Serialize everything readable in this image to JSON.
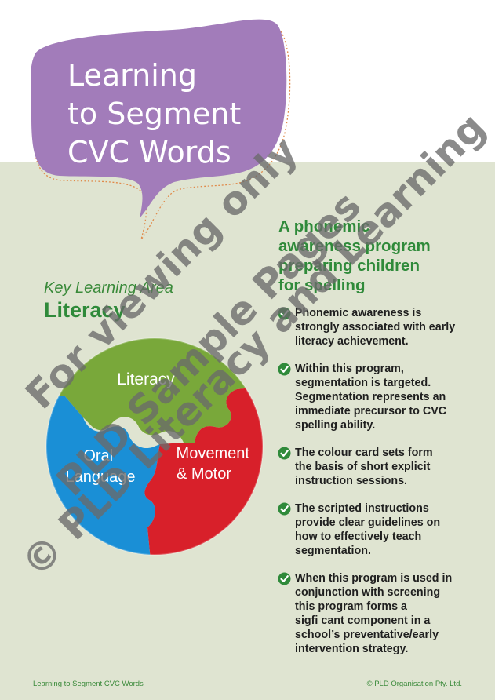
{
  "title": {
    "lines": [
      "Learning",
      "to Segment",
      "CVC Words"
    ]
  },
  "key_learning_area": {
    "label": "Key Learning Area",
    "value": "Literacy"
  },
  "puzzle": {
    "top": "Literacy",
    "left_lines": [
      "Oral",
      "Language"
    ],
    "right_lines": [
      "Movement",
      "& Motor"
    ],
    "colors": {
      "green": "#79a83a",
      "blue": "#1a8fd6",
      "red": "#d8202a"
    }
  },
  "heading": {
    "lines": [
      "A phonemic",
      "awareness program",
      "preparing children",
      "for spelling"
    ]
  },
  "points": [
    {
      "lines": [
        "Phonemic awareness is",
        "strongly associated with early",
        "literacy achievement."
      ]
    },
    {
      "lines": [
        "Within this program,",
        "segmentation is targeted.",
        "Segmentation represents an",
        "immediate precursor to CVC",
        "spelling ability."
      ]
    },
    {
      "lines": [
        "The colour card sets form",
        "the basis of short explicit",
        "instruction sessions."
      ]
    },
    {
      "lines": [
        "The scripted instructions",
        "provide clear guidelines on",
        "how to effectively teach",
        "segmentation."
      ]
    },
    {
      "lines": [
        "When this program is used in",
        "conjunction with screening",
        "this program forms a",
        "sigﬁ  cant component in a",
        "school’s preventative/early",
        "intervention strategy."
      ]
    }
  ],
  "watermark": {
    "lines": [
      "For viewing only",
      "PLD Sample Pages",
      "© PLD Literacy and Learning"
    ]
  },
  "footer": {
    "left": "Learning to Segment CVC Words",
    "right": "© PLD Organisation Pty. Ltd."
  },
  "colors": {
    "purple": "#a27cba",
    "green_text": "#2f8a3a",
    "bg_green": "#dfe4d1",
    "blob_outline": "#e08a4a"
  }
}
